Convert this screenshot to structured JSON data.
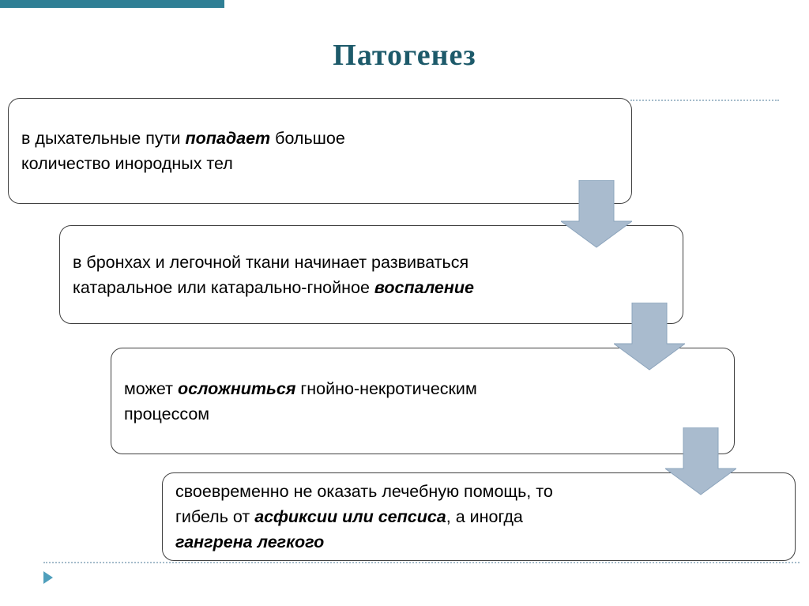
{
  "slide": {
    "title": "Патогенез",
    "title_color": "#1D5A6A",
    "accent_bar_color": "#2F7F95",
    "arrow_color": "#A9BBCE",
    "box_border_color": "#404040",
    "dotted_line_color": "#A5BCCB",
    "footer_icon": "play-triangle"
  },
  "boxes": [
    {
      "lines": [
        [
          {
            "t": "в дыхательные пути "
          },
          {
            "t": "попадает",
            "em": true
          },
          {
            "t": " большое"
          }
        ],
        [
          {
            "t": "количество инородных тел"
          }
        ]
      ]
    },
    {
      "lines": [
        [
          {
            "t": "в бронхах и легочной ткани начинает развиваться"
          }
        ],
        [
          {
            "t": "катаральное или катарально-гнойное "
          },
          {
            "t": "воспаление",
            "em": true
          }
        ]
      ]
    },
    {
      "lines": [
        [
          {
            "t": "может "
          },
          {
            "t": "осложниться",
            "em": true
          },
          {
            "t": " гнойно-некротическим"
          }
        ],
        [
          {
            "t": "процессом"
          }
        ]
      ]
    },
    {
      "lines": [
        [
          {
            "t": "своевременно не оказать лечебную помощь, то"
          }
        ],
        [
          {
            "t": "гибель от "
          },
          {
            "t": "асфиксии или сепсиса",
            "em": true
          },
          {
            "t": ", а иногда"
          }
        ],
        [
          {
            "t": "гангрена легкого",
            "em": true
          }
        ]
      ]
    }
  ]
}
